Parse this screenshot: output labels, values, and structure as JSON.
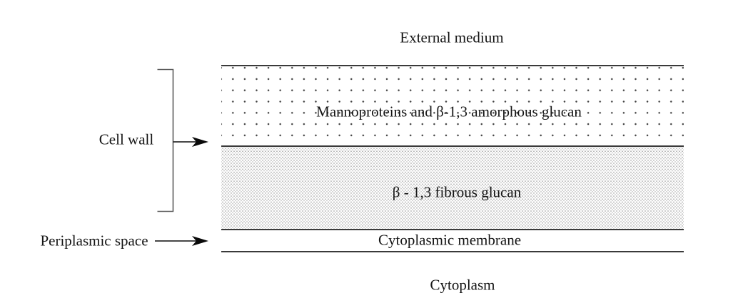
{
  "labels": {
    "external_medium": "External medium",
    "cell_wall": "Cell wall",
    "periplasmic_space": "Periplasmic space",
    "cytoplasmic_membrane": "Cytoplasmic membrane",
    "cytoplasm": "Cytoplasm"
  },
  "layers": {
    "mannoprotein_layer": {
      "label": "Mannoproteins and β-1,3 amorphous glucan",
      "texture": "coarse-dot-pattern"
    },
    "fibrous_glucan_layer": {
      "label": "β - 1,3 fibrous glucan",
      "texture": "fine-stipple-pattern"
    }
  },
  "annotations": {
    "cell_wall_bracket": "bracket-spanning-cell-wall-layers",
    "cell_wall_arrow": "arrow-pointing-to-cell-wall",
    "periplasmic_space_arrow": "arrow-pointing-to-periplasmic-space"
  },
  "colors": {
    "background": "#ffffff",
    "text": "#141414",
    "line": "#3a3a3a",
    "bracket": "#5a5a5a",
    "arrow": "#0a0a0a",
    "coarse_dot": "#3f3f3f",
    "fine_stipple": "#b8b8b8"
  }
}
